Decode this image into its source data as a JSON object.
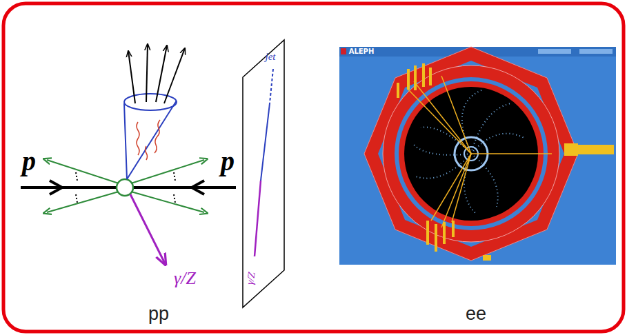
{
  "diagram": {
    "labels": [
      "p",
      "p",
      "γ/Z",
      "jet",
      "γ/Z",
      "ALEPH",
      "pp",
      "ee"
    ]
  }
}
